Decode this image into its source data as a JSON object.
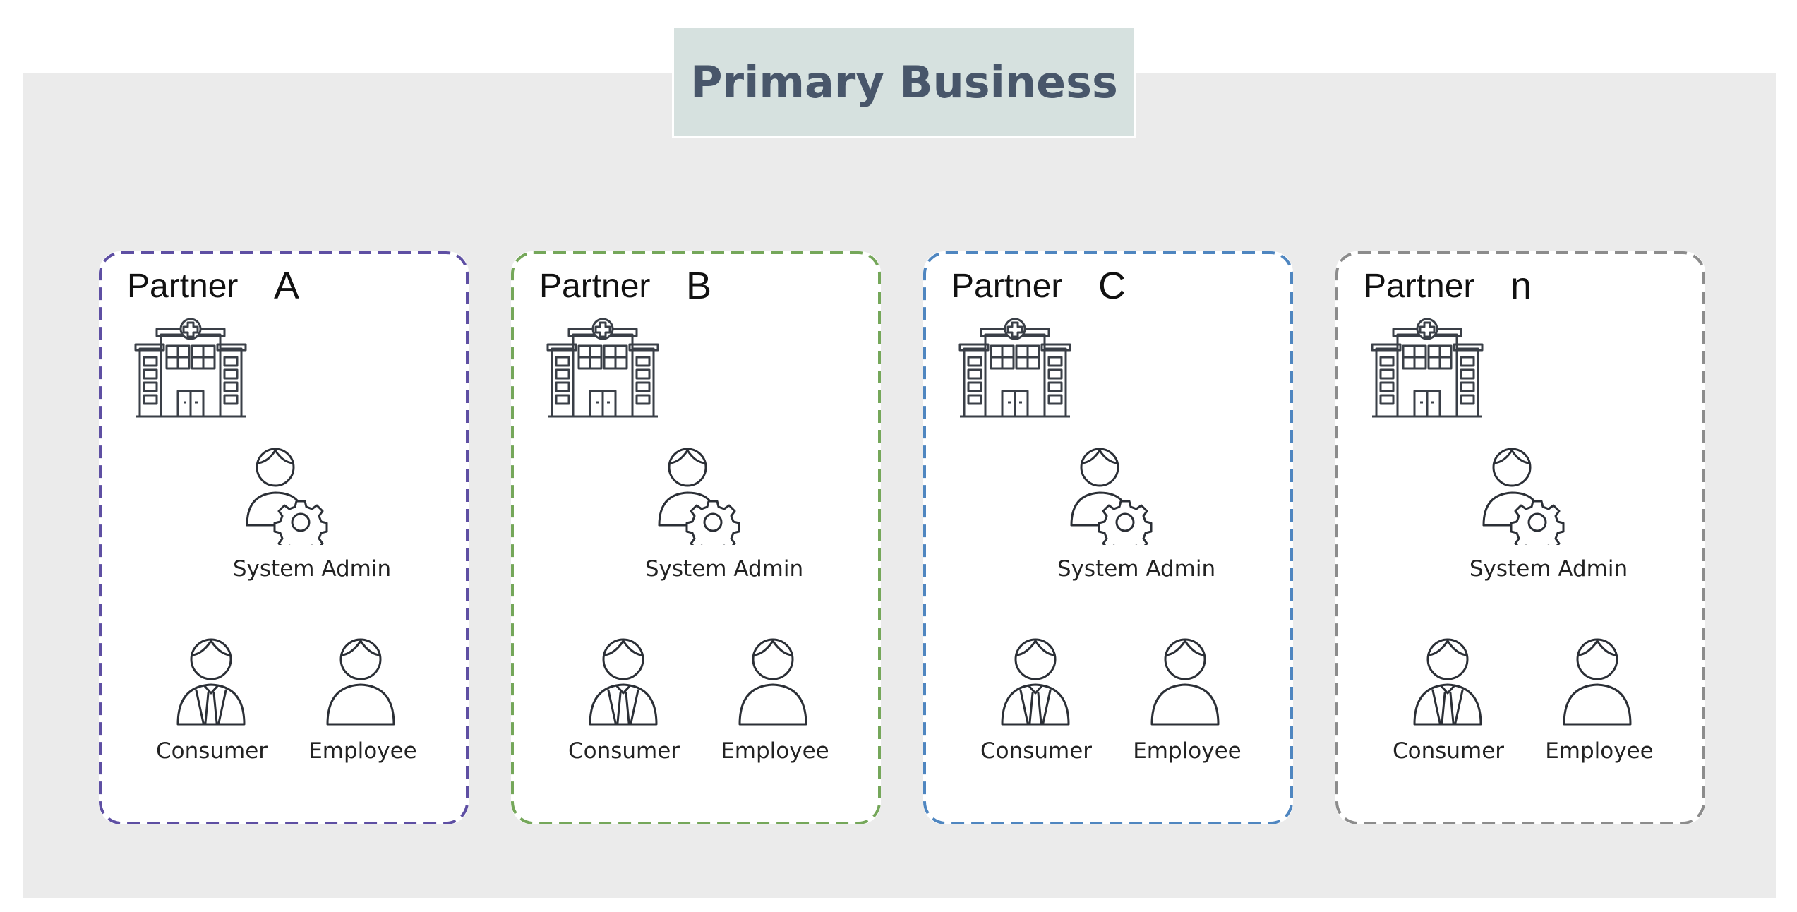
{
  "title": "Primary Business",
  "partners": [
    {
      "label": "Partner",
      "letter": "A",
      "color": "#5e4fa3"
    },
    {
      "label": "Partner",
      "letter": "B",
      "color": "#75a75a"
    },
    {
      "label": "Partner",
      "letter": "C",
      "color": "#4f86c0"
    },
    {
      "label": "Partner",
      "letter": "n",
      "color": "#8c8c8c"
    }
  ],
  "roles": {
    "admin": "System Admin",
    "consumer": "Consumer",
    "employee": "Employee"
  },
  "icons": {
    "building": "hospital-building-icon",
    "admin": "user-gear-icon",
    "consumer": "user-tie-icon",
    "employee": "user-icon"
  }
}
